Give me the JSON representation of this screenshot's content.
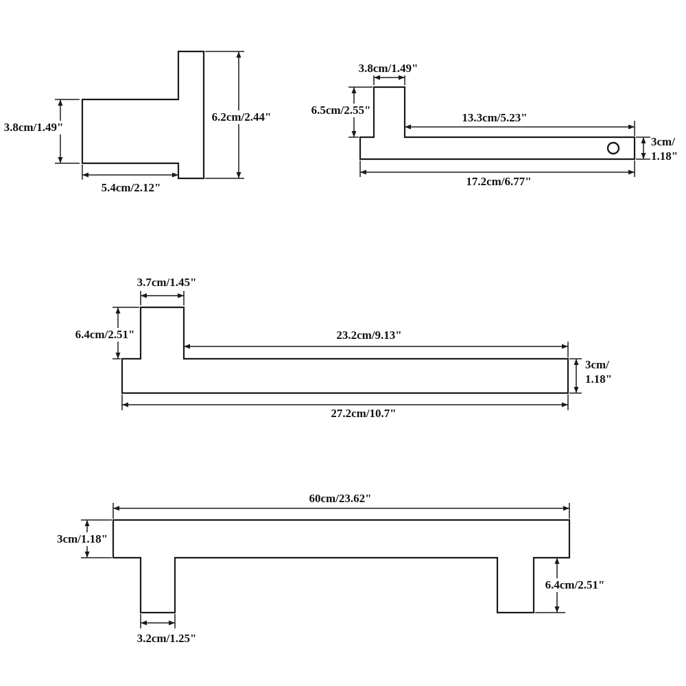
{
  "colors": {
    "line": "#1a1a1a",
    "background": "#ffffff"
  },
  "parts": [
    {
      "id": "part-1",
      "shape": "L-bracket with tall vertical flange on right",
      "dims": {
        "left": "3.8cm/1.49\"",
        "right": "6.2cm/2.44\"",
        "bottom": "5.4cm/2.12\""
      }
    },
    {
      "id": "part-2",
      "shape": "horizontal bar with short top tab on left and round hole on right",
      "dims": {
        "top": "3.8cm/1.49\"",
        "left": "6.5cm/2.55\"",
        "middle": "13.3cm/5.23\"",
        "right_line1": "3cm/",
        "right_line2": "1.18\"",
        "bottom": "17.2cm/6.77\""
      }
    },
    {
      "id": "part-3",
      "shape": "long horizontal bar with top tab near left end",
      "dims": {
        "top": "3.7cm/1.45\"",
        "left": "6.4cm/2.51\"",
        "middle": "23.2cm/9.13\"",
        "right_line1": "3cm/",
        "right_line2": "1.18\"",
        "bottom": "27.2cm/10.7\""
      }
    },
    {
      "id": "part-4",
      "shape": "long horizontal rail with two legs hanging down",
      "dims": {
        "top": "60cm/23.62\"",
        "left": "3cm/1.18\"",
        "right": "6.4cm/2.51\"",
        "bottom": "3.2cm/1.25\""
      }
    }
  ]
}
